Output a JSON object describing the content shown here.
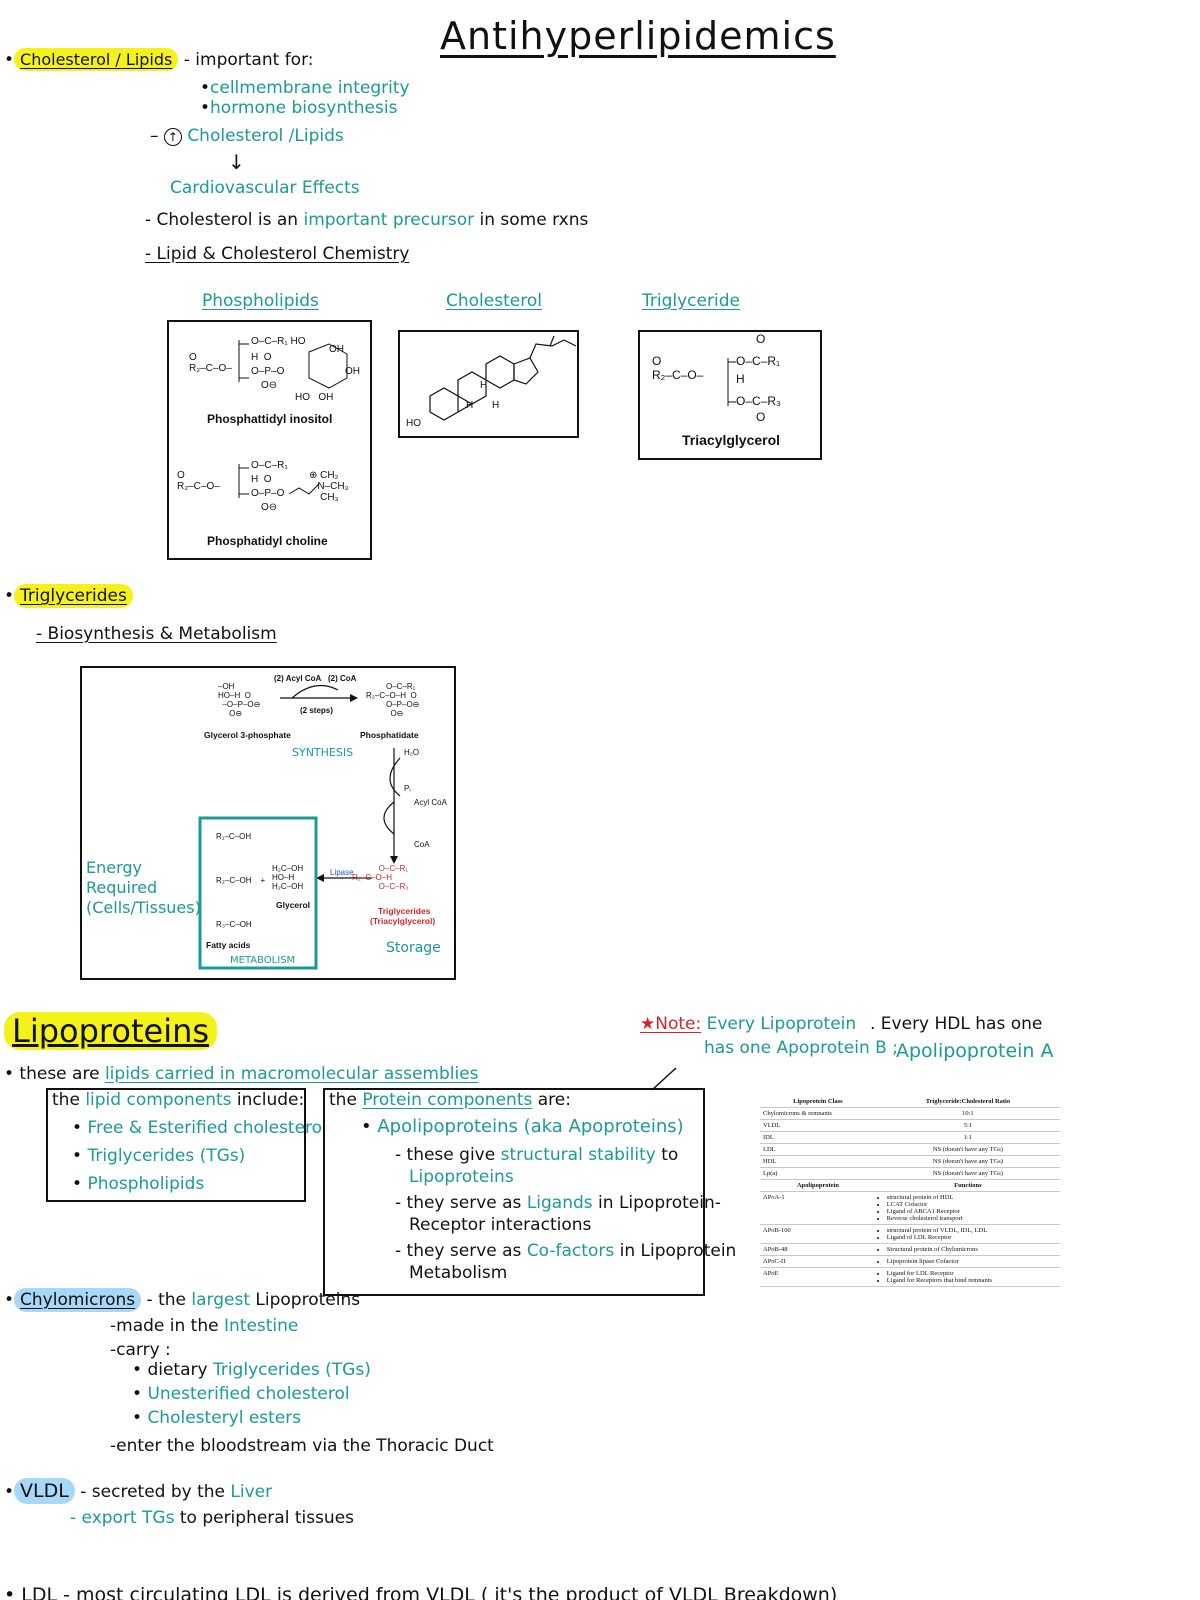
{
  "title": "Antihyperlipidemics",
  "cholesterol_section": {
    "heading": "Cholesterol / Lipids",
    "intro": "- important for:",
    "bullets": [
      "cellmembrane integrity",
      "hormone biosynthesis"
    ],
    "arrow_up_item": "Cholesterol /Lipids",
    "down_arrow": "↓",
    "effects": "Cardiovascular Effects",
    "line1_a": "- Cholesterol is an",
    "line1_b": "important precursor",
    "line1_c": "in some rxns",
    "line2": "- Lipid & Cholesterol Chemistry"
  },
  "structures": {
    "phospholipids_label": "Phospholipids",
    "cholesterol_label": "Cholesterol",
    "triglyceride_label": "Triglyceride",
    "phosphatidyl_inositol": "Phosphattidyl inositol",
    "phosphatidyl_choline": "Phosphatidyl choline",
    "triacylglycerol": "Triacylglycerol"
  },
  "triglycerides_section": {
    "heading": "Triglycerides",
    "sub": "- Biosynthesis & Metabolism",
    "energy_note": "Energy Required (Cells/Tissues)",
    "diagram": {
      "acyl_coa_in": "(2) Acyl CoA",
      "coa_out": "(2) CoA",
      "steps": "(2 steps)",
      "glycerol3p": "Glycerol 3-phosphate",
      "phosphatidate": "Phosphatidate",
      "synthesis": "SYNTHESIS",
      "h2o": "H₂O",
      "pi": "Pᵢ",
      "acyl_coa": "Acyl CoA",
      "coa": "CoA",
      "lipase": "Lipase",
      "glycerol": "Glycerol",
      "fatty_acids": "Fatty acids",
      "triglycerides": "Triglycerides",
      "triacylglycerol": "(Triacylglycerol)",
      "metabolism": "METABOLISM",
      "storage": "Storage"
    }
  },
  "lipoproteins_section": {
    "heading": "Lipoproteins",
    "note_star": "★Note:",
    "note_text1": "Every Lipoprotein",
    "note_text2": "has one Apoprotein B ;",
    "note_text3": ". Every HDL has one",
    "note_text4": "Apolipoprotein A",
    "intro_a": "• these are",
    "intro_b": "lipids carried in macromolecular assemblies",
    "lipid_box_title_a": "the",
    "lipid_box_title_b": "lipid components",
    "lipid_box_title_c": "include:",
    "lipid_components": [
      "Free & Esterified cholesterol",
      "Triglycerides (TGs)",
      "Phospholipids"
    ],
    "protein_box_title_a": "the",
    "protein_box_title_b": "Protein components",
    "protein_box_title_c": "are:",
    "apo_a": "Apolipoproteins (aka Apoproteins)",
    "apo_items": [
      {
        "a": "- these give",
        "b": "structural stability",
        "c": "to",
        "d": "Lipoproteins"
      },
      {
        "a": "- they serve as",
        "b": "Ligands",
        "c": "in Lipoprotein-",
        "d": "Receptor interactions"
      },
      {
        "a": "- they serve as",
        "b": "Co-factors",
        "c": "in Lipoprotein",
        "d": "Metabolism"
      }
    ],
    "table": {
      "head1": "Lipoprotein Class",
      "head2": "Triglyceride:Cholesterol Ratio",
      "rows1": [
        [
          "Chylomicrons & remnants",
          "10:1"
        ],
        [
          "VLDL",
          "5:1"
        ],
        [
          "IDL",
          "1:1"
        ],
        [
          "LDL",
          "NS (doesn't have any TGs)"
        ],
        [
          "HDL",
          "NS (doesn't have any TGs)"
        ],
        [
          "Lp(a)",
          "NS (doesn't have any TGs)"
        ]
      ],
      "head3": "Apolipoprotein",
      "head4": "Functions",
      "rows2": [
        {
          "name": "APoA-1",
          "funcs": [
            "structural protein of HDL",
            "LCAT Cofactor",
            "Ligand of ABCA1 Receptor",
            "Reverse cholesterol transport"
          ]
        },
        {
          "name": "APoB-100",
          "funcs": [
            "structural protein of VLDL, IDL, LDL",
            "Ligand of LDL Receptor"
          ]
        },
        {
          "name": "APoB-48",
          "funcs": [
            "Structural protein of Chylomicrons"
          ]
        },
        {
          "name": "APoC-II",
          "funcs": [
            "Lipoprotein lipase Cofactor"
          ]
        },
        {
          "name": "APoE",
          "funcs": [
            "Ligand for LDL Receptor",
            "Ligand for Receptors that bind remnants"
          ]
        }
      ]
    }
  },
  "chylomicrons": {
    "heading": "Chylomicrons",
    "l1_a": "- the",
    "l1_b": "largest",
    "l1_c": "Lipoproteins",
    "l2_a": "-made in the",
    "l2_b": "Intestine",
    "l3": "-carry :",
    "carry": [
      {
        "a": "dietary",
        "b": "Triglycerides (TGs)"
      },
      {
        "a": "",
        "b": "Unesterified cholesterol"
      },
      {
        "a": "",
        "b": "Cholesteryl esters"
      }
    ],
    "l4": "-enter the bloodstream via the Thoracic Duct"
  },
  "vldl": {
    "heading": "VLDL",
    "l1_a": "- secreted by the",
    "l1_b": "Liver",
    "l2_a": "- export TGs",
    "l2_b": "to peripheral tissues"
  },
  "ldl_partial": "• LDL - most circulating LDL is derived from VLDL ( it's the product of VLDL Breakdown)"
}
